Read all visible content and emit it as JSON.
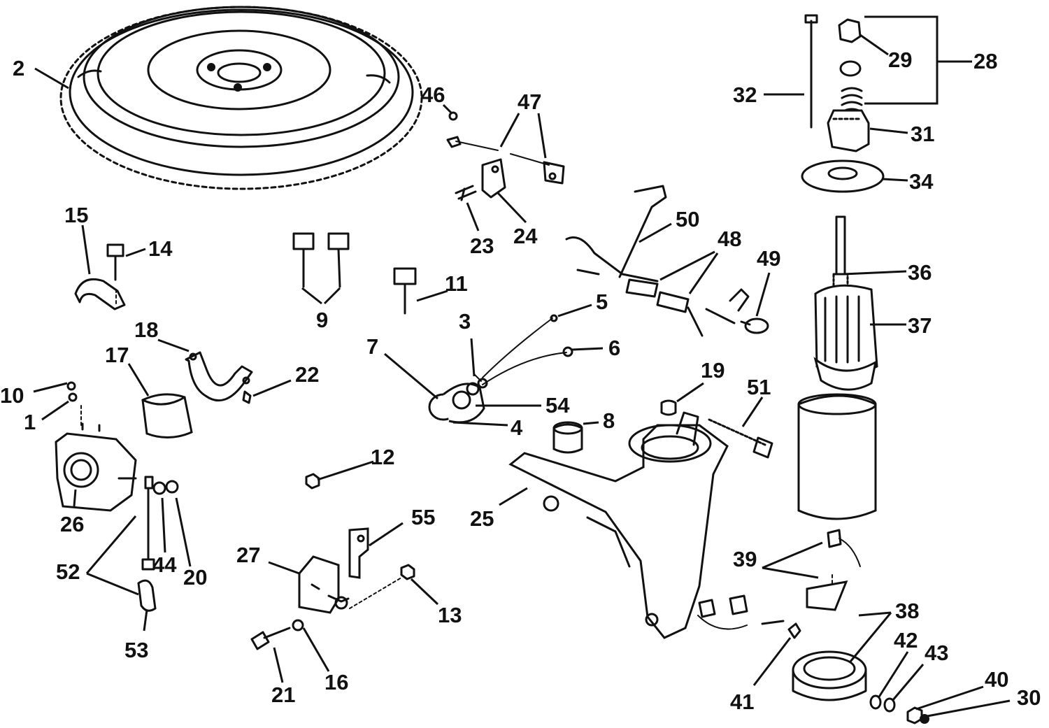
{
  "callouts": [
    {
      "id": "2",
      "text": "2"
    },
    {
      "id": "46",
      "text": "46"
    },
    {
      "id": "47",
      "text": "47"
    },
    {
      "id": "32",
      "text": "32"
    },
    {
      "id": "29",
      "text": "29"
    },
    {
      "id": "28",
      "text": "28"
    },
    {
      "id": "31",
      "text": "31"
    },
    {
      "id": "34",
      "text": "34"
    },
    {
      "id": "15",
      "text": "15"
    },
    {
      "id": "14",
      "text": "14"
    },
    {
      "id": "23",
      "text": "23"
    },
    {
      "id": "24",
      "text": "24"
    },
    {
      "id": "50",
      "text": "50"
    },
    {
      "id": "48",
      "text": "48"
    },
    {
      "id": "49",
      "text": "49"
    },
    {
      "id": "36",
      "text": "36"
    },
    {
      "id": "11",
      "text": "11"
    },
    {
      "id": "9",
      "text": "9"
    },
    {
      "id": "5",
      "text": "5"
    },
    {
      "id": "3",
      "text": "3"
    },
    {
      "id": "37",
      "text": "37"
    },
    {
      "id": "18",
      "text": "18"
    },
    {
      "id": "7",
      "text": "7"
    },
    {
      "id": "6",
      "text": "6"
    },
    {
      "id": "17",
      "text": "17"
    },
    {
      "id": "22",
      "text": "22"
    },
    {
      "id": "19",
      "text": "19"
    },
    {
      "id": "51",
      "text": "51"
    },
    {
      "id": "10",
      "text": "10"
    },
    {
      "id": "1",
      "text": "1"
    },
    {
      "id": "54",
      "text": "54"
    },
    {
      "id": "4",
      "text": "4"
    },
    {
      "id": "8",
      "text": "8"
    },
    {
      "id": "12",
      "text": "12"
    },
    {
      "id": "26",
      "text": "26"
    },
    {
      "id": "55",
      "text": "55"
    },
    {
      "id": "25",
      "text": "25"
    },
    {
      "id": "27",
      "text": "27"
    },
    {
      "id": "39",
      "text": "39"
    },
    {
      "id": "52",
      "text": "52"
    },
    {
      "id": "44",
      "text": "44"
    },
    {
      "id": "20",
      "text": "20"
    },
    {
      "id": "38",
      "text": "38"
    },
    {
      "id": "13",
      "text": "13"
    },
    {
      "id": "53",
      "text": "53"
    },
    {
      "id": "42",
      "text": "42"
    },
    {
      "id": "43",
      "text": "43"
    },
    {
      "id": "16",
      "text": "16"
    },
    {
      "id": "21",
      "text": "21"
    },
    {
      "id": "41",
      "text": "41"
    },
    {
      "id": "40",
      "text": "40"
    },
    {
      "id": "30",
      "text": "30"
    }
  ]
}
